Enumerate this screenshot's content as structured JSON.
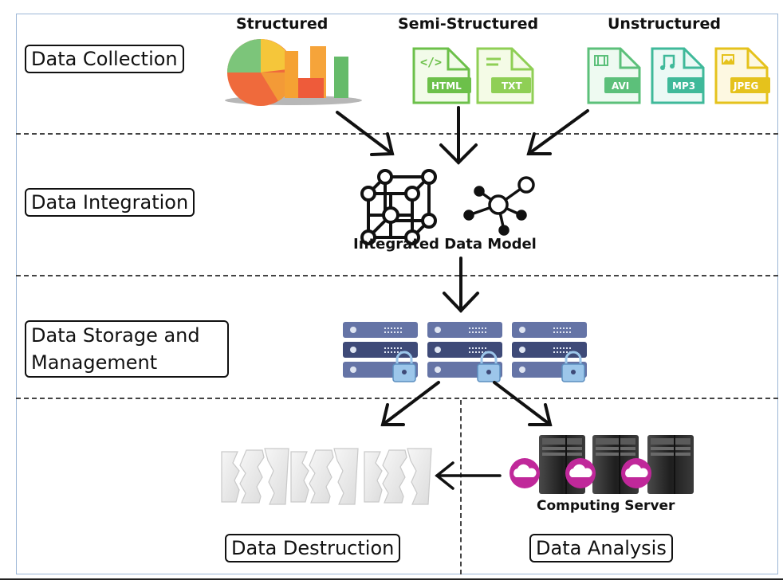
{
  "stages": {
    "collection": "Data Collection",
    "integration": "Data Integration",
    "storage_line1": "Data Storage and",
    "storage_line2": "Management",
    "destruction": "Data Destruction",
    "analysis": "Data Analysis"
  },
  "sources": {
    "structured": "Structured",
    "semi_structured": "Semi-Structured",
    "unstructured": "Unstructured"
  },
  "file_types": {
    "html": "HTML",
    "txt": "TXT",
    "avi": "AVI",
    "mp3": "MP3",
    "jpeg": "JPEG"
  },
  "captions": {
    "integrated_model": "Integrated Data Model",
    "computing_server": "Computing Server"
  },
  "colors": {
    "html_file": "#6cc04a",
    "txt_file": "#8fcf55",
    "avi_file": "#5cc07a",
    "mp3_file": "#3fb99a",
    "jpeg_file": "#e5c21c",
    "server_rack": "#3e4a78",
    "lock": "#9cc6ea",
    "cloud_badge": "#c0289a"
  },
  "icons": [
    "pie-bar-chart-icon",
    "html-file-icon",
    "txt-file-icon",
    "avi-file-icon",
    "mp3-file-icon",
    "jpeg-file-icon",
    "graph-cube-icon",
    "network-hub-icon",
    "server-rack-lock-icon",
    "shredded-paper-icon",
    "tower-computer-cloud-icon"
  ]
}
